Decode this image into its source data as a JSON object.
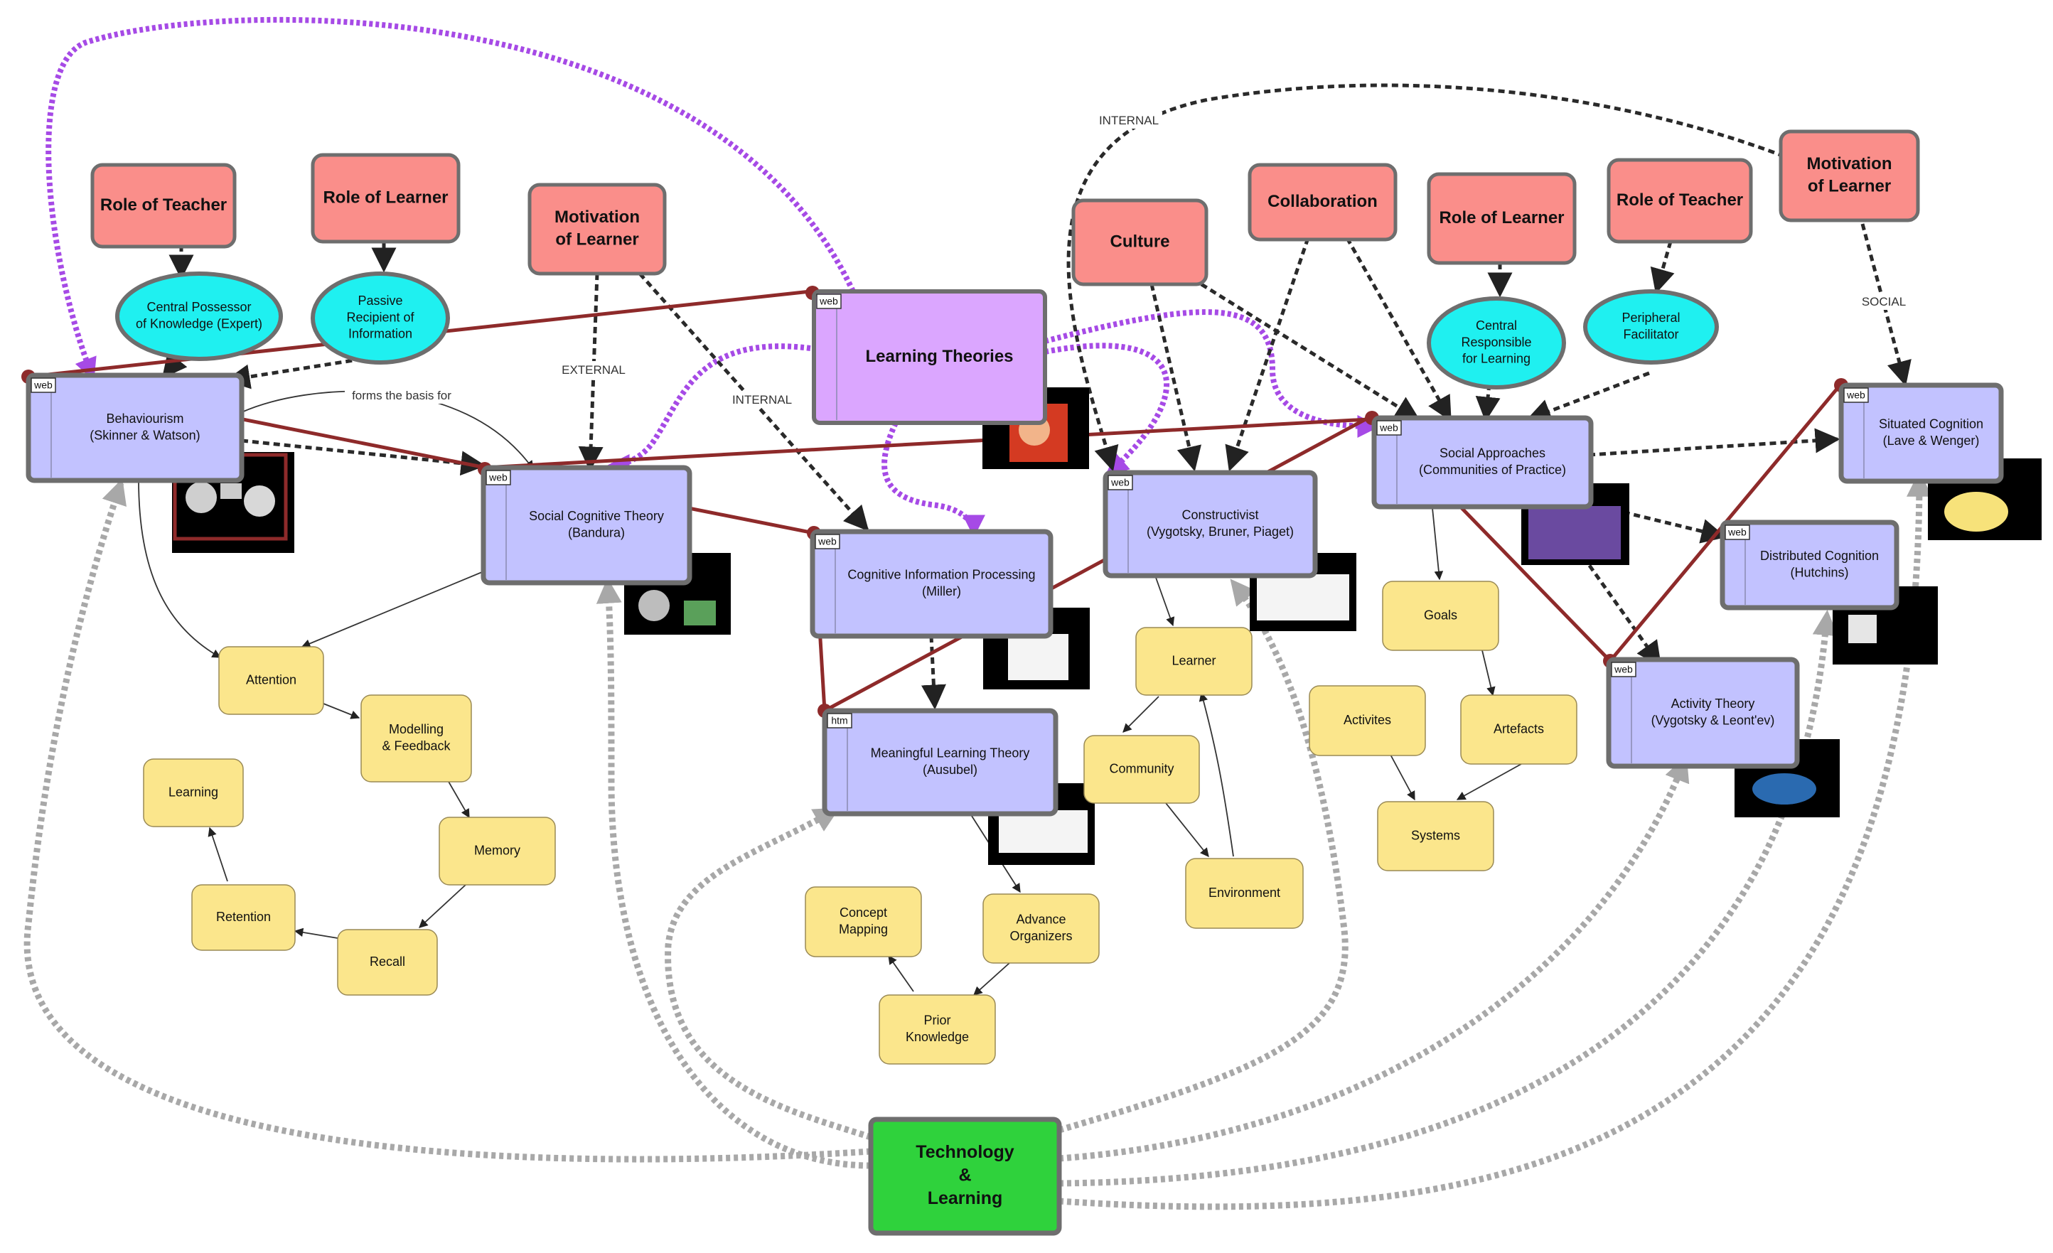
{
  "nodes": {
    "learning_theories": {
      "lines": [
        "Learning Theories"
      ],
      "tag": "web"
    },
    "technology": {
      "lines": [
        "Technology",
        "&",
        "Learning"
      ]
    },
    "role_teacher_left": {
      "lines": [
        "Role of Teacher"
      ]
    },
    "role_learner_left": {
      "lines": [
        "Role of Learner"
      ]
    },
    "motivation_left": {
      "lines": [
        "Motivation",
        "of Learner"
      ]
    },
    "culture": {
      "lines": [
        "Culture"
      ]
    },
    "collaboration": {
      "lines": [
        "Collaboration"
      ]
    },
    "role_learner_right": {
      "lines": [
        "Role of Learner"
      ]
    },
    "role_teacher_right": {
      "lines": [
        "Role of Teacher"
      ]
    },
    "motivation_right": {
      "lines": [
        "Motivation",
        "of Learner"
      ]
    },
    "central_possessor": {
      "lines": [
        "Central Possessor",
        "of Knowledge (Expert)"
      ]
    },
    "passive_recipient": {
      "lines": [
        "Passive",
        "Recipient of",
        "Information"
      ]
    },
    "central_responsible": {
      "lines": [
        "Central",
        "Responsible",
        "for Learning"
      ]
    },
    "peripheral_facilitator": {
      "lines": [
        "Peripheral",
        "Facilitator"
      ]
    },
    "behaviourism": {
      "lines": [
        "Behaviourism",
        "(Skinner & Watson)"
      ],
      "tag": "web"
    },
    "social_cognitive": {
      "lines": [
        "Social Cognitive Theory",
        "(Bandura)"
      ],
      "tag": "web"
    },
    "cognitive_info": {
      "lines": [
        "Cognitive Information Processing",
        "(Miller)"
      ],
      "tag": "web"
    },
    "meaningful": {
      "lines": [
        "Meaningful Learning Theory",
        "(Ausubel)"
      ],
      "tag": "htm"
    },
    "constructivist": {
      "lines": [
        "Constructivist",
        "(Vygotsky, Bruner, Piaget)"
      ],
      "tag": "web"
    },
    "social_approaches": {
      "lines": [
        "Social Approaches",
        "(Communities of Practice)"
      ],
      "tag": "web"
    },
    "situated": {
      "lines": [
        "Situated Cognition",
        "(Lave & Wenger)"
      ],
      "tag": "web"
    },
    "distributed": {
      "lines": [
        "Distributed Cognition",
        "(Hutchins)"
      ],
      "tag": "web"
    },
    "activity": {
      "lines": [
        "Activity Theory",
        "(Vygotsky & Leont'ev)"
      ],
      "tag": "web"
    },
    "attention": {
      "lines": [
        "Attention"
      ]
    },
    "modelling": {
      "lines": [
        "Modelling",
        "& Feedback"
      ]
    },
    "memory": {
      "lines": [
        "Memory"
      ]
    },
    "recall": {
      "lines": [
        "Recall"
      ]
    },
    "retention": {
      "lines": [
        "Retention"
      ]
    },
    "learning": {
      "lines": [
        "Learning"
      ]
    },
    "learner": {
      "lines": [
        "Learner"
      ]
    },
    "community": {
      "lines": [
        "Community"
      ]
    },
    "environment": {
      "lines": [
        "Environment"
      ]
    },
    "goals": {
      "lines": [
        "Goals"
      ]
    },
    "activites": {
      "lines": [
        "Activites"
      ]
    },
    "artefacts": {
      "lines": [
        "Artefacts"
      ]
    },
    "systems": {
      "lines": [
        "Systems"
      ]
    },
    "concept_mapping": {
      "lines": [
        "Concept",
        "Mapping"
      ]
    },
    "advance_organizers": {
      "lines": [
        "Advance",
        "Organizers"
      ]
    },
    "prior_knowledge": {
      "lines": [
        "Prior",
        "Knowledge"
      ]
    }
  },
  "edge_labels": {
    "forms_basis": "forms the basis for",
    "external": "EXTERNAL",
    "internal_left": "INTERNAL",
    "internal_top": "INTERNAL",
    "social": "SOCIAL"
  },
  "colors": {
    "theory_fill": "#c2c2ff",
    "role_fill": "#fa8e8a",
    "cyan_fill": "#1ff0f0",
    "concept_fill": "#fbe68c",
    "hub_fill": "#dba6ff",
    "tech_fill": "#2fd23c",
    "red_link": "#8e2a2a",
    "purple_link": "#a64ae6",
    "grey_link": "#a8a8a8"
  }
}
